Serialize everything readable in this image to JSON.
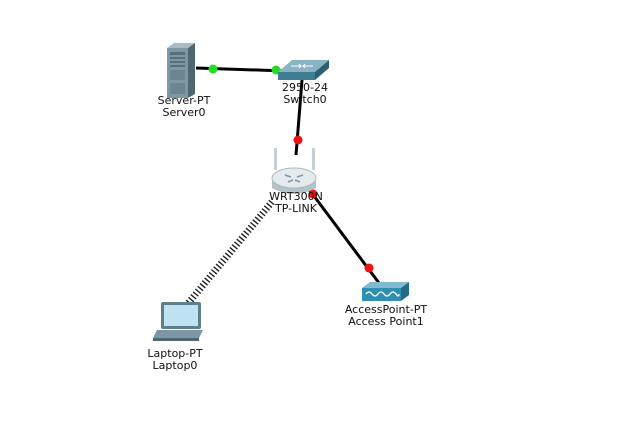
{
  "colors": {
    "link": "#000000",
    "port_up": "#22dd22",
    "port_down": "#ee1111",
    "wireless": "#222222"
  },
  "devices": {
    "server": {
      "model": "Server-PT",
      "name": "Server0",
      "icon": "server-icon"
    },
    "switch": {
      "model": "2950-24",
      "name": "Switch0",
      "icon": "switch-icon"
    },
    "router": {
      "model": "WRT300N",
      "name": "TP-LINK",
      "icon": "wireless-router-icon"
    },
    "laptop": {
      "model": "Laptop-PT",
      "name": "Laptop0",
      "icon": "laptop-icon"
    },
    "access_point": {
      "model": "AccessPoint-PT",
      "name": "Access Point1",
      "icon": "access-point-icon"
    }
  },
  "links": [
    {
      "from": "Server0",
      "to": "Switch0",
      "type": "copper",
      "status": "up"
    },
    {
      "from": "Switch0",
      "to": "TP-LINK",
      "type": "copper",
      "status": "down"
    },
    {
      "from": "TP-LINK",
      "to": "Access Point1",
      "type": "copper",
      "status": "down"
    },
    {
      "from": "TP-LINK",
      "to": "Laptop0",
      "type": "wireless",
      "status": "connected"
    }
  ]
}
